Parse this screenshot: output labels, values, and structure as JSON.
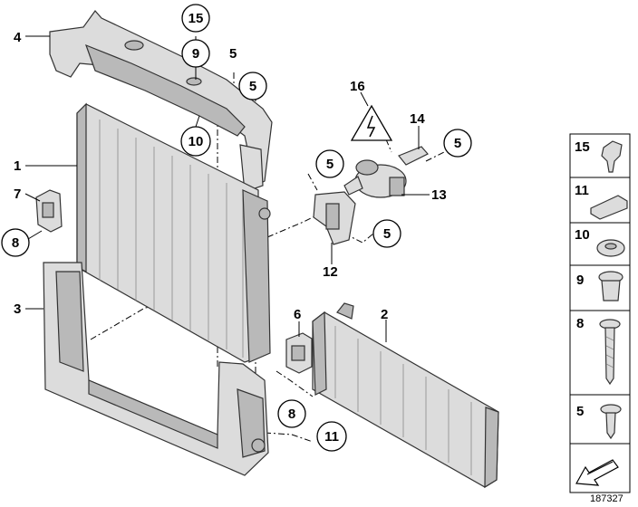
{
  "diagram": {
    "callouts": {
      "c1": "1",
      "c2": "2",
      "c3": "3",
      "c4": "4",
      "c5a": "5",
      "c5b": "5",
      "c5c": "5",
      "c5d": "5",
      "c5e": "5",
      "c6": "6",
      "c7": "7",
      "c8a": "8",
      "c8b": "8",
      "c9": "9",
      "c10": "10",
      "c11": "11",
      "c12": "12",
      "c13": "13",
      "c14": "14",
      "c15": "15",
      "c16": "16"
    },
    "legend": {
      "items": [
        {
          "number": "15",
          "icon": "push-rivet-icon"
        },
        {
          "number": "11",
          "icon": "clip-icon"
        },
        {
          "number": "10",
          "icon": "grommet-icon"
        },
        {
          "number": "9",
          "icon": "expanding-rivet-icon"
        },
        {
          "number": "8",
          "icon": "long-screw-icon"
        },
        {
          "number": "5",
          "icon": "short-screw-icon"
        }
      ],
      "arrow_icon": "direction-arrow-icon"
    },
    "doc_id": "187327",
    "colors": {
      "part_fill": "#dcdcdc",
      "line": "#000000"
    }
  }
}
